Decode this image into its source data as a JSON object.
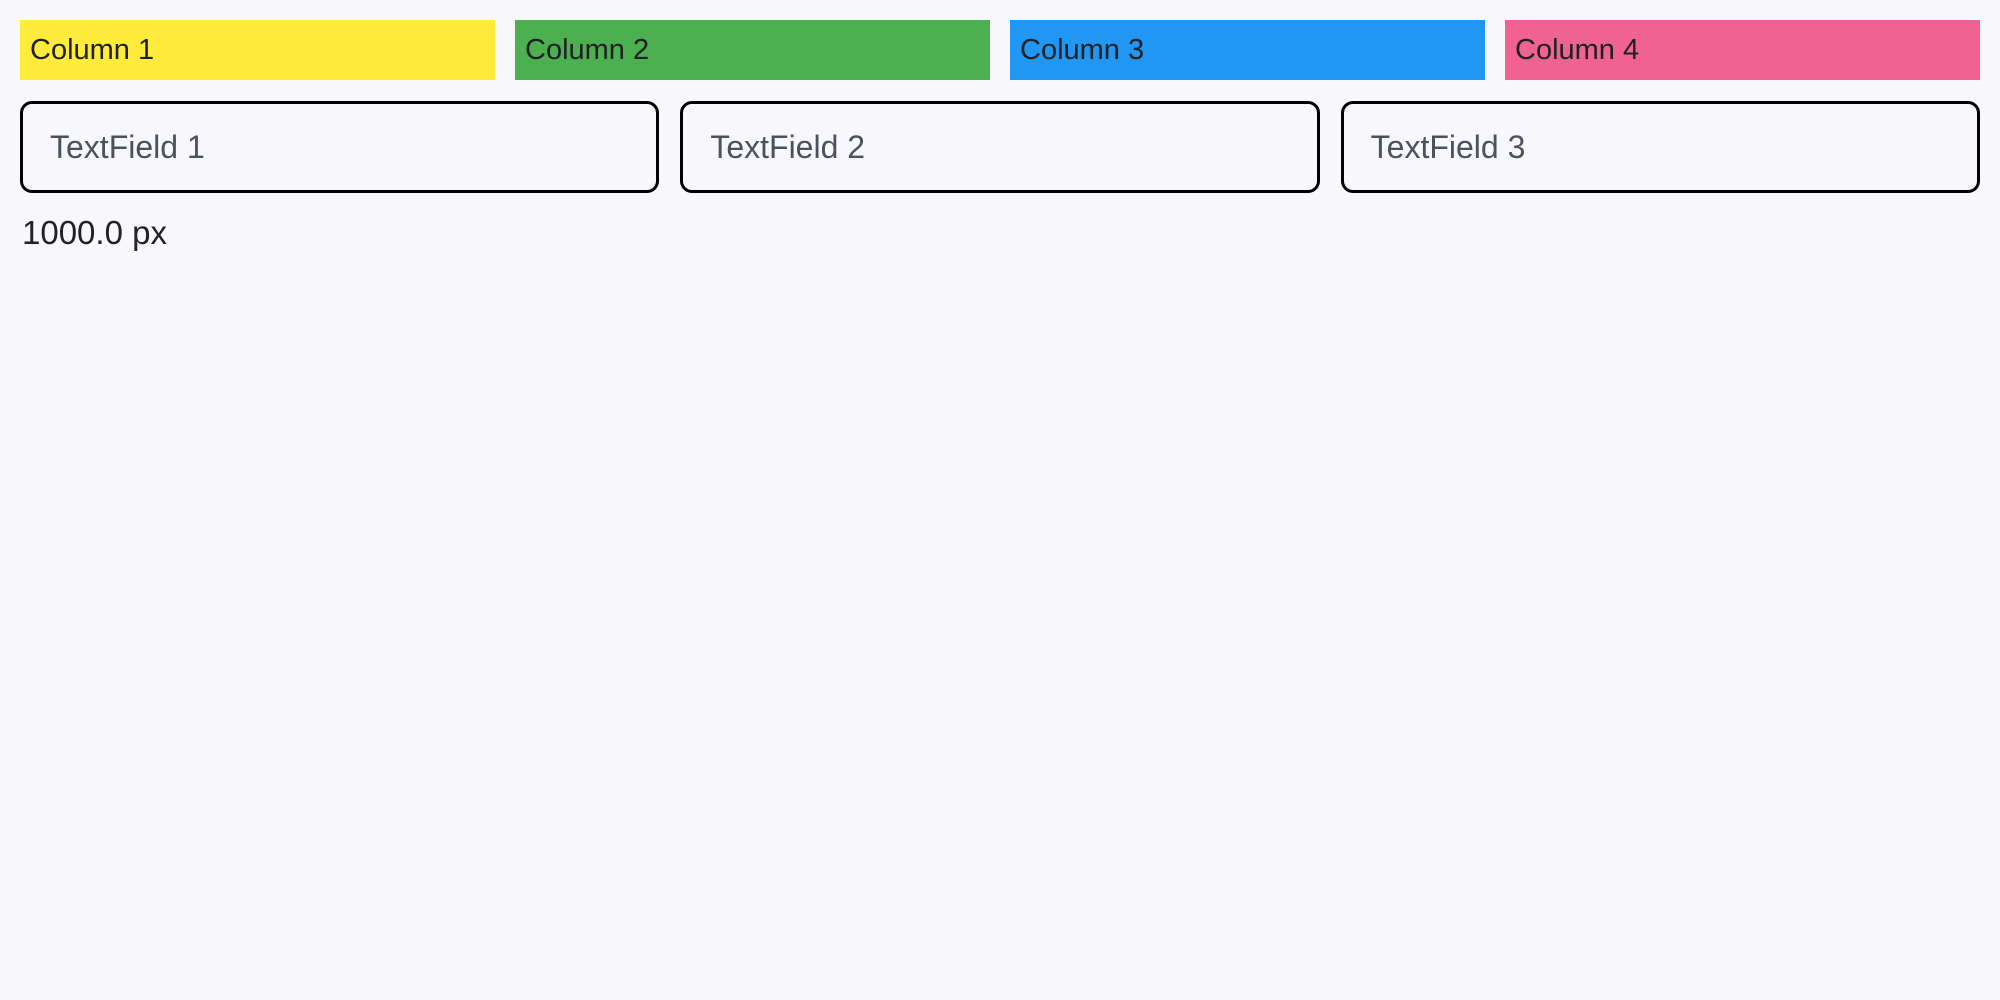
{
  "page": {
    "background_color": "#F7F7FC",
    "width_label": "1000.0 px"
  },
  "columns": [
    {
      "label": "Column 1",
      "color": "#FFEB3B"
    },
    {
      "label": "Column 2",
      "color": "#4CAF50"
    },
    {
      "label": "Column 3",
      "color": "#2196F3"
    },
    {
      "label": "Column 4",
      "color": "#F06292"
    }
  ],
  "textfields": [
    {
      "placeholder": "TextField 1",
      "value": ""
    },
    {
      "placeholder": "TextField 2",
      "value": ""
    },
    {
      "placeholder": "TextField 3",
      "value": ""
    }
  ]
}
